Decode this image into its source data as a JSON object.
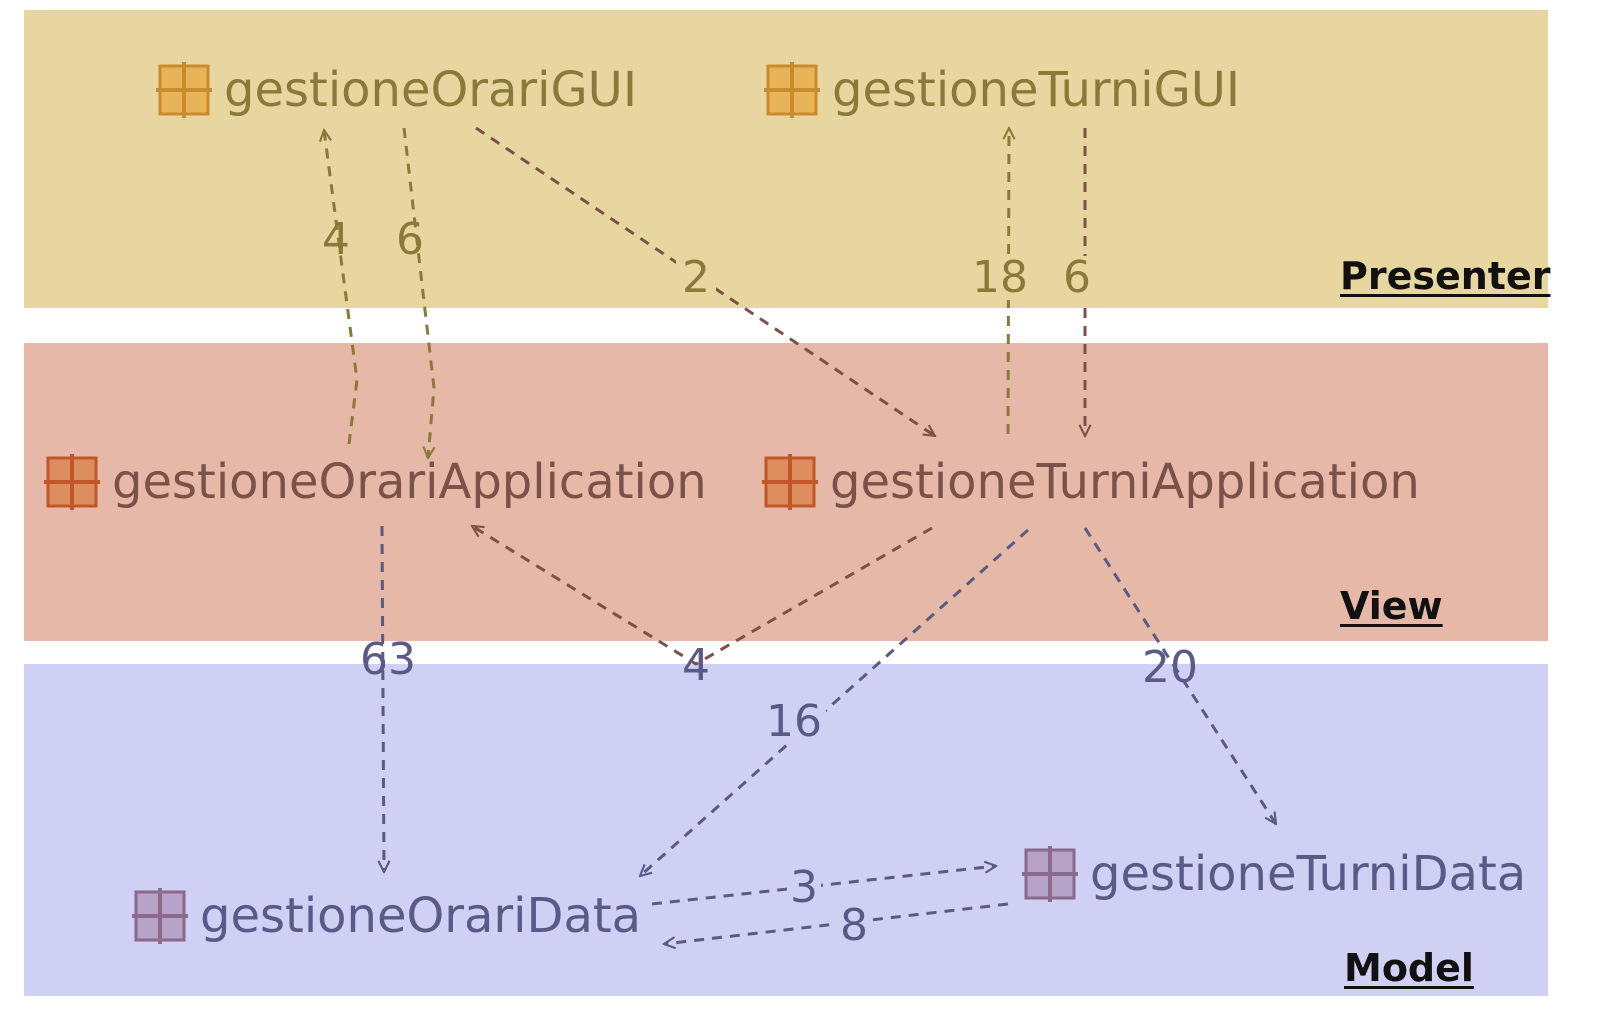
{
  "layers": {
    "presenter": "Presenter",
    "view": "View",
    "model": "Model"
  },
  "packages": {
    "orari_gui": "gestioneOrariGUI",
    "turni_gui": "gestioneTurniGUI",
    "orari_app": "gestioneOrariApplication",
    "turni_app": "gestioneTurniApplication",
    "orari_data": "gestioneOrariData",
    "turni_data": "gestioneTurniData"
  },
  "dependencies": [
    {
      "from": "gestioneOrariApplication",
      "to": "gestioneOrariGUI",
      "count": "4"
    },
    {
      "from": "gestioneOrariGUI",
      "to": "gestioneOrariApplication",
      "count": "6"
    },
    {
      "from": "gestioneOrariGUI",
      "to": "gestioneTurniApplication",
      "count": "2"
    },
    {
      "from": "gestioneTurniApplication",
      "to": "gestioneTurniGUI",
      "count": "18"
    },
    {
      "from": "gestioneTurniGUI",
      "to": "gestioneTurniApplication",
      "count": "6"
    },
    {
      "from": "gestioneOrariApplication",
      "to": "gestioneOrariData",
      "count": "63"
    },
    {
      "from": "gestioneTurniApplication",
      "to": "gestioneOrariApplication",
      "count": "4"
    },
    {
      "from": "gestioneTurniApplication",
      "to": "gestioneOrariData",
      "count": "16"
    },
    {
      "from": "gestioneTurniApplication",
      "to": "gestioneTurniData",
      "count": "20"
    },
    {
      "from": "gestioneOrariData",
      "to": "gestioneTurniData",
      "count": "3"
    },
    {
      "from": "gestioneTurniData",
      "to": "gestioneOrariData",
      "count": "8"
    }
  ],
  "colors": {
    "presenter_band": "#e8d6a0",
    "view_band": "#e6b8a8",
    "model_band": "#cfd0f4",
    "presenter_text": "#8a7a3a",
    "view_text": "#7a5248",
    "model_text": "#5a5a86"
  },
  "icon": "package-icon"
}
